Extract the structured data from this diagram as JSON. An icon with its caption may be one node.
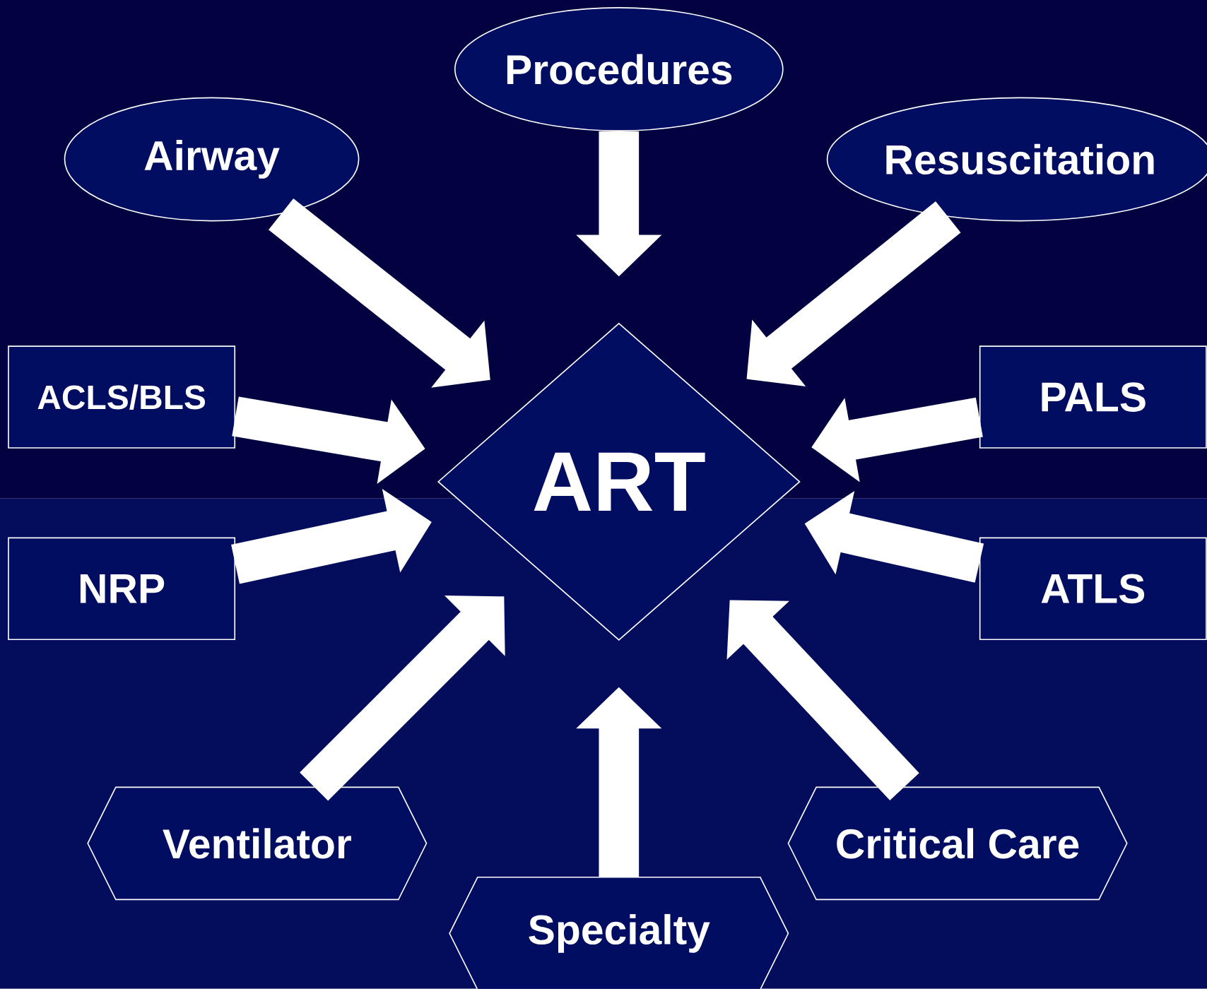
{
  "diagram": {
    "nodes": [
      {
        "text": [
          "Procedures"
        ]
      },
      {
        "text": [
          "Airway"
        ]
      },
      {
        "text": [
          "Resuscitation"
        ]
      },
      {
        "text": [
          "ACLS/BLS"
        ]
      },
      {
        "text": [
          "ART"
        ]
      },
      {
        "text": [
          "PALS"
        ]
      },
      {
        "text": [
          "NRP"
        ]
      },
      {
        "text": [
          "ATLS"
        ]
      },
      {
        "text": [
          "Ventilator"
        ]
      },
      {
        "text": [
          "Critical Care"
        ]
      },
      {
        "text": [
          "Specialty"
        ]
      }
    ],
    "edges": [
      {
        "from": 0,
        "to": 4,
        "arrow": "to"
      },
      {
        "from": 1,
        "to": 4,
        "arrow": "to"
      },
      {
        "from": 2,
        "to": 4,
        "arrow": "to"
      },
      {
        "from": 3,
        "to": 4,
        "arrow": "to"
      },
      {
        "from": 5,
        "to": 4,
        "arrow": "to"
      },
      {
        "from": 6,
        "to": 4,
        "arrow": "to"
      },
      {
        "from": 7,
        "to": 4,
        "arrow": "to"
      },
      {
        "from": 8,
        "to": 4,
        "arrow": "to"
      },
      {
        "from": 9,
        "to": 4,
        "arrow": "to"
      },
      {
        "from": 10,
        "to": 4,
        "arrow": "to"
      }
    ]
  }
}
